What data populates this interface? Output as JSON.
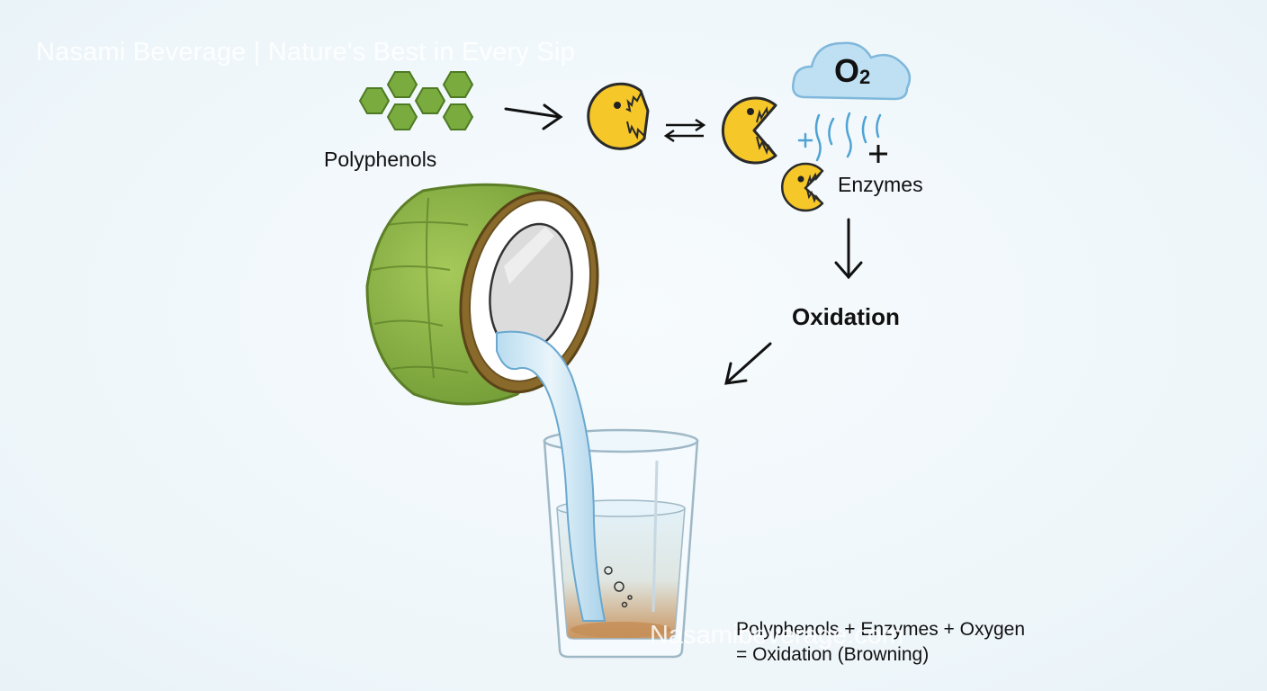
{
  "watermark": {
    "top": "Nasami Beverage | Nature's Best in Every Sip",
    "bottom": "Nasamibeverage.com"
  },
  "labels": {
    "polyphenols": "Polyphenols",
    "enzymes": "Enzymes",
    "oxidation": "Oxidation",
    "oxygen_symbol": "O",
    "oxygen_subscript": "2",
    "plus": "+"
  },
  "equation": {
    "line1": "Polyphenols + Enzymes + Oxygen",
    "line2": "= Oxidation (Browning)"
  },
  "colors": {
    "polyphenol_hex": "#7aab3f",
    "enzyme_yellow": "#f5c729",
    "cloud_blue": "#bfe0f3",
    "coconut_green": "#8cb446",
    "water_blue": "#cfe6f2",
    "browning": "#c9955f"
  },
  "icons": [
    "polyphenol-hexagon-cluster",
    "enzyme-pacman-icon",
    "oxygen-cloud-icon",
    "coconut-illustration",
    "glass-illustration"
  ]
}
